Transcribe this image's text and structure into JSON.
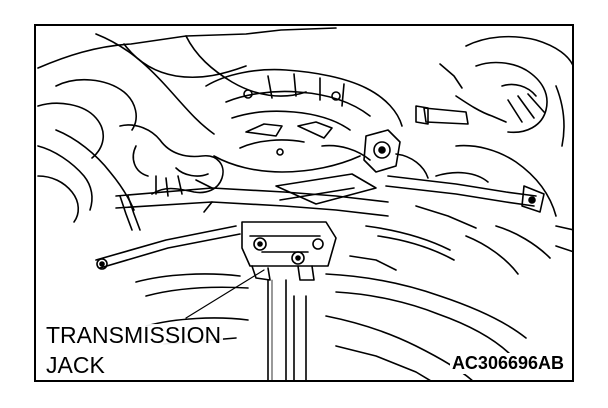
{
  "illustration": {
    "icon": "transmission-jack-under-vehicle-illustration"
  },
  "callout": {
    "line1": "TRANSMISSION",
    "line2": "JACK"
  },
  "figure_code": "AC306696AB"
}
